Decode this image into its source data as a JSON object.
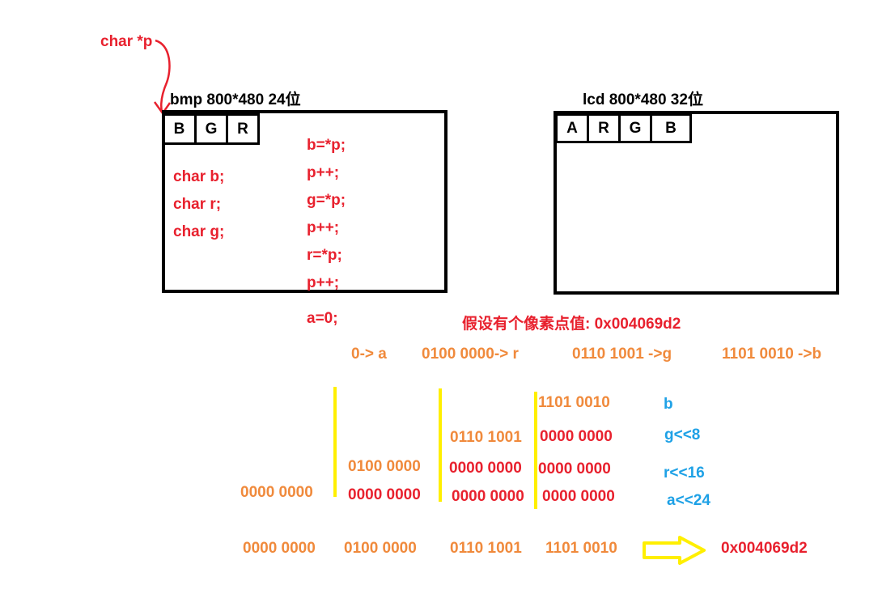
{
  "pointer_label": "char *p",
  "bmp": {
    "title": "bmp  800*480  24位",
    "cells": [
      "B",
      "G",
      "R"
    ],
    "decls": [
      "char b;",
      "char r;",
      "char g;"
    ],
    "code": [
      "b=*p;",
      "p++;",
      "g=*p;",
      "p++;",
      "r=*p;",
      "p++;",
      "a=0;"
    ]
  },
  "lcd": {
    "title": "lcd  800*480   32位",
    "cells": [
      "A",
      "R",
      "G",
      "B"
    ]
  },
  "assumption": "假设有个像素点值: 0x004069d2",
  "bytes": [
    "0-> a",
    "0100 0000-> r",
    "0110 1001 ->g",
    "1101 0010 ->b"
  ],
  "shift_rows": {
    "b_row": {
      "val": "1101 0010",
      "label": "b"
    },
    "g_row": {
      "hi": "0110 1001",
      "lo": "0000 0000",
      "label": "g<<8"
    },
    "r_row": {
      "hi": "0100 0000",
      "z1": "0000 0000",
      "z2": "0000 0000",
      "label": "r<<16"
    },
    "a_row": {
      "hi": "0000 0000",
      "z1": "0000 0000",
      "z2": "0000 0000",
      "z3": "0000 0000",
      "label": "a<<24"
    }
  },
  "result": {
    "parts": [
      "0000 0000",
      "0100 0000",
      "0110 1001",
      "1101 0010"
    ],
    "hex": "0x004069d2"
  },
  "colors": {
    "red": "#e8212e",
    "orange": "#f08a3c",
    "blue": "#1ea1e6",
    "yellow": "#ffef00"
  }
}
